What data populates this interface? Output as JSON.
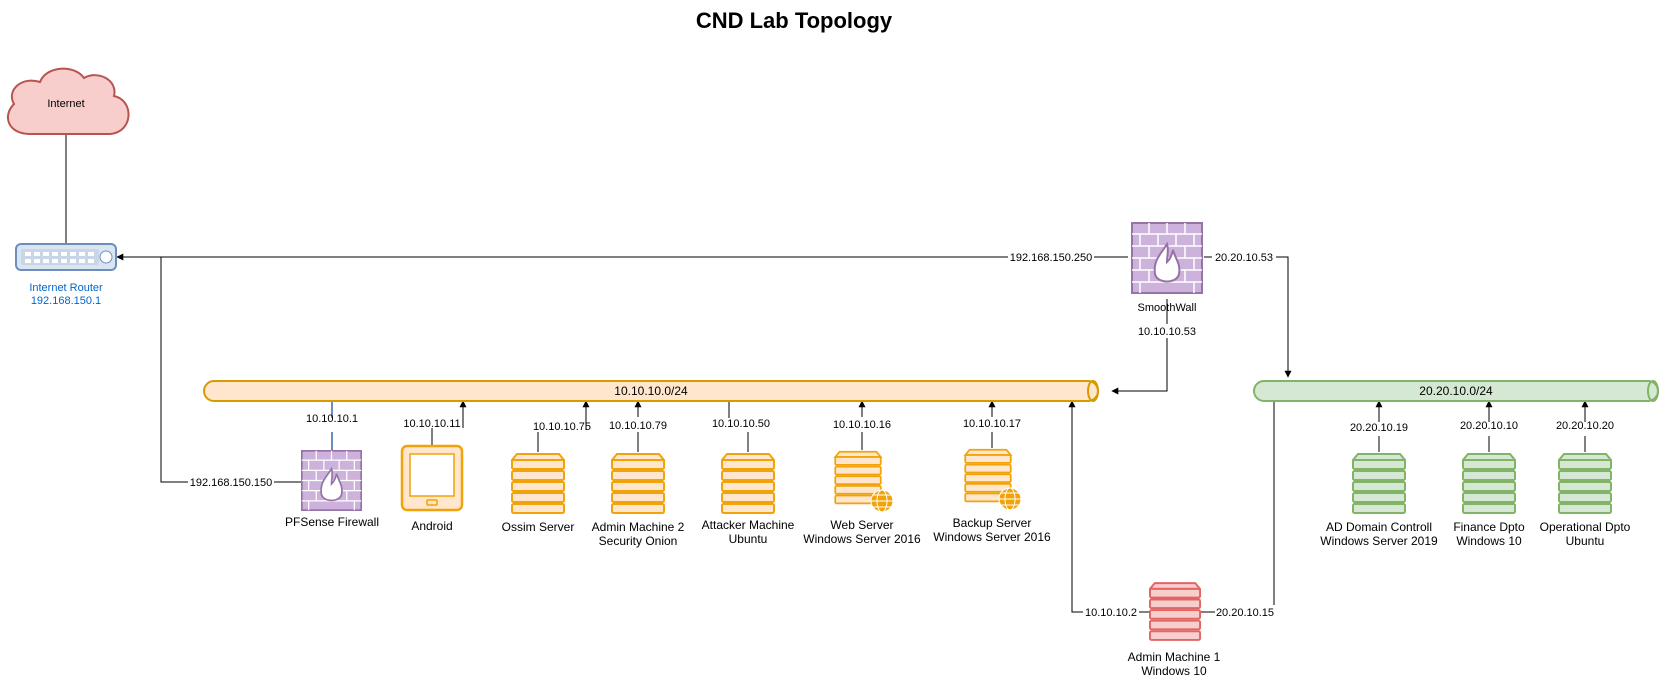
{
  "title": "CND Lab Topology",
  "colors": {
    "net1_fill": "#ffe6cc",
    "net1_stroke": "#d79b00",
    "net2_fill": "#d5e8d4",
    "net2_stroke": "#82b366",
    "cloud_fill": "#f8cecc",
    "cloud_stroke": "#b85450",
    "firewall": "#9673a6",
    "server_orange": "#f0a30a",
    "server_green": "#82b366",
    "server_red": "#e06666",
    "router_label": "#0066cc"
  },
  "cloud": {
    "label": "Internet",
    "icon": "cloud-icon"
  },
  "router": {
    "name": "Internet Router",
    "ip": "192.168.150.1",
    "icon": "router-icon"
  },
  "smoothwall": {
    "name": "SmoothWall",
    "icon": "firewall-icon",
    "ip_left": "192.168.150.250",
    "ip_right": "20.20.10.53",
    "ip_down": "10.10.10.53"
  },
  "networks": {
    "net1": {
      "label": "10.10.10.0/24"
    },
    "net2": {
      "label": "20.20.10.0/24"
    }
  },
  "net1_hosts": [
    {
      "name": "PFSense Firewall",
      "line2": "",
      "ip": "10.10.10.1",
      "ip2": "192.168.150.150",
      "icon": "firewall-icon"
    },
    {
      "name": "Android",
      "line2": "",
      "ip": "10.10.10.11",
      "icon": "tablet-icon"
    },
    {
      "name": "Ossim Server",
      "line2": "",
      "ip": "10.10.10.75",
      "icon": "server-icon"
    },
    {
      "name": "Admin Machine 2",
      "line2": "Security Onion",
      "ip": "10.10.10.79",
      "icon": "server-icon"
    },
    {
      "name": "Attacker Machine",
      "line2": "Ubuntu",
      "ip": "10.10.10.50",
      "icon": "server-icon"
    },
    {
      "name": "Web Server",
      "line2": "Windows Server 2016",
      "ip": "10.10.10.16",
      "icon": "web-server-icon"
    },
    {
      "name": "Backup Server",
      "line2": "Windows Server 2016",
      "ip": "10.10.10.17",
      "icon": "web-server-icon"
    }
  ],
  "net2_hosts": [
    {
      "name": "AD Domain Controll",
      "line2": "Windows Server 2019",
      "ip": "20.20.10.19",
      "icon": "server-icon"
    },
    {
      "name": "Finance Dpto",
      "line2": "Windows 10",
      "ip": "20.20.10.10",
      "icon": "server-icon"
    },
    {
      "name": "Operational Dpto",
      "line2": "Ubuntu",
      "ip": "20.20.10.20",
      "icon": "server-icon"
    }
  ],
  "admin1": {
    "name": "Admin Machine 1",
    "line2": "Windows 10",
    "ip_left": "10.10.10.2",
    "ip_right": "20.20.10.15",
    "icon": "server-icon"
  }
}
